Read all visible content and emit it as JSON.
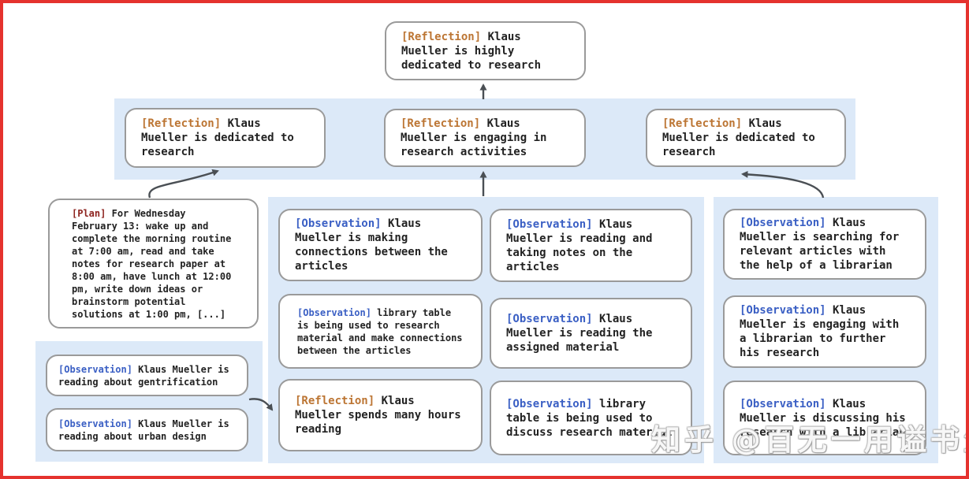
{
  "nodes": {
    "top": {
      "tag": "[Reflection]",
      "text": "Klaus Mueller is highly dedicated to research"
    },
    "row2": [
      {
        "tag": "[Reflection]",
        "text": "Klaus Mueller is dedicated to research"
      },
      {
        "tag": "[Reflection]",
        "text": "Klaus Mueller is engaging in research activities"
      },
      {
        "tag": "[Reflection]",
        "text": "Klaus Mueller is dedicated to research"
      }
    ],
    "plan": {
      "tag": "[Plan]",
      "text": "For Wednesday February 13: wake up and complete the morning routine at 7:00 am, read and take notes for research paper at 8:00 am, have lunch at 12:00 pm, write down ideas or brainstorm potential solutions at 1:00 pm, [...]"
    },
    "left_group": [
      {
        "tag": "[Observation]",
        "text": "Klaus Mueller is reading about gentrification"
      },
      {
        "tag": "[Observation]",
        "text": "Klaus Mueller is reading about urban design"
      }
    ],
    "mid_col1": [
      {
        "tag": "[Observation]",
        "text": "Klaus Mueller is making connections between the articles"
      },
      {
        "tag": "[Observation]",
        "text": "library table is being used to research material and make connections between the articles"
      },
      {
        "tag": "[Reflection]",
        "text": "Klaus Mueller spends many hours reading"
      }
    ],
    "mid_col2": [
      {
        "tag": "[Observation]",
        "text": "Klaus Mueller is reading and taking notes on the articles"
      },
      {
        "tag": "[Observation]",
        "text": "Klaus Mueller is reading the assigned material"
      },
      {
        "tag": "[Observation]",
        "text": "library table is being used to discuss research material"
      }
    ],
    "right_col": [
      {
        "tag": "[Observation]",
        "text": "Klaus Mueller is searching for relevant articles with the help of a librarian"
      },
      {
        "tag": "[Observation]",
        "text": "Klaus Mueller is engaging with a librarian to further his research"
      },
      {
        "tag": "[Observation]",
        "text": "Klaus Mueller is discussing his research with a librarian"
      }
    ]
  },
  "watermark": {
    "text": "知乎 @百无一用谥书生"
  },
  "colors": {
    "reflection_tag": "#bc7533",
    "observation_tag": "#3a5fc4",
    "plan_tag": "#8e2420",
    "cluster_background": "#dce9f8",
    "node_border": "#9a9a9a",
    "arrow": "#4a4f54",
    "frame_border": "#e5322e",
    "body_text": "#222222"
  }
}
